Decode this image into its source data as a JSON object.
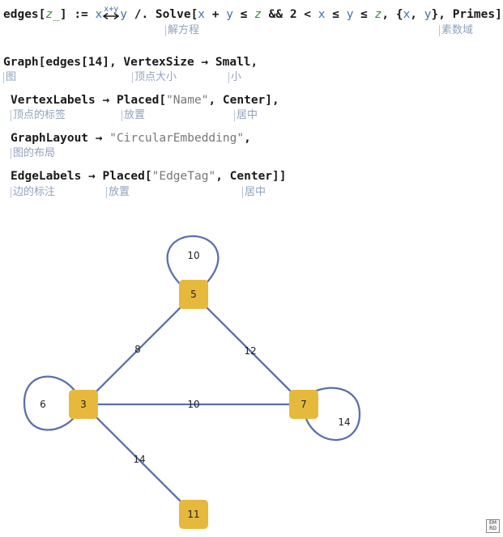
{
  "code": {
    "line1": {
      "edges": "edges",
      "bracket_open": "[",
      "z": "z_",
      "bracket_close": "]",
      "assign": " := ",
      "x": "x",
      "edge_label": "x+y",
      "y": "y",
      "replace": " /. ",
      "solve": "Solve",
      "cond_open": "[",
      "cx": "x",
      "plus": " + ",
      "cy": "y",
      "le1": " ≤ ",
      "cz": "z",
      "and": " && 2 < ",
      "cx2": "x",
      "le2": " ≤ ",
      "cy2": "y",
      "le3": " ≤ ",
      "cz2": "z",
      "sep": ", {",
      "vx": "x",
      "comma": ", ",
      "vy": "y",
      "tail": "}, Primes]"
    },
    "line2": "Graph[edges[14], VertexSize → Small,",
    "line3_pre": "VertexLabels → Placed[",
    "line3_str": "\"Name\"",
    "line3_post": ", Center],",
    "line4_pre": "GraphLayout → ",
    "line4_str": "\"CircularEmbedding\"",
    "line4_post": ",",
    "line5_pre": "EdgeLabels → Placed[",
    "line5_str": "\"EdgeTag\"",
    "line5_post": ", Center]]"
  },
  "annotations": {
    "solve": "解方程",
    "primes": "素数域",
    "graph": "图",
    "vertex_size": "顶点大小",
    "small": "小",
    "vertex_labels": "顶点的标签",
    "placed1": "放置",
    "center1": "居中",
    "graph_layout": "图的布局",
    "edge_labels": "边的标注",
    "placed2": "放置",
    "center2": "居中"
  },
  "graph": {
    "vertices": [
      {
        "name": "5"
      },
      {
        "name": "3"
      },
      {
        "name": "7"
      },
      {
        "name": "11"
      }
    ],
    "edge_tags": {
      "loop5": "10",
      "e5_3": "8",
      "e5_7": "12",
      "loop3": "6",
      "e3_7": "10",
      "loop7": "14",
      "e3_11": "14"
    },
    "colors": {
      "vertex": "#e6b93d",
      "edge": "#5b6fae"
    }
  },
  "badge": {
    "line1": "EM",
    "line2": "RD"
  }
}
